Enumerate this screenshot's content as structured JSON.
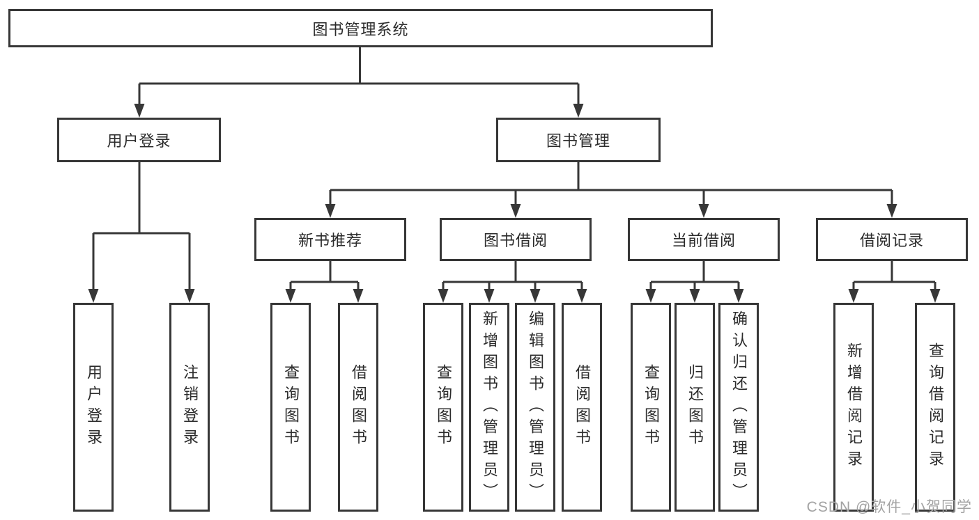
{
  "diagram": {
    "root": {
      "label": "图书管理系统"
    },
    "level2": [
      {
        "label": "用户登录"
      },
      {
        "label": "图书管理"
      }
    ],
    "level3": [
      {
        "label": "新书推荐"
      },
      {
        "label": "图书借阅"
      },
      {
        "label": "当前借阅"
      },
      {
        "label": "借阅记录"
      }
    ],
    "leaves": [
      {
        "label": "用户登录"
      },
      {
        "label": "注销登录"
      },
      {
        "label": "查询图书"
      },
      {
        "label": "借阅图书"
      },
      {
        "label": "查询图书"
      },
      {
        "label": "新增图书（管理员）"
      },
      {
        "label": "编辑图书（管理员）"
      },
      {
        "label": "借阅图书"
      },
      {
        "label": "查询图书"
      },
      {
        "label": "归还图书"
      },
      {
        "label": "确认归还（管理员）"
      },
      {
        "label": "新增借阅记录"
      },
      {
        "label": "查询借阅记录"
      }
    ]
  },
  "watermark": {
    "text": "CSDN @软件_小贺同学"
  },
  "colors": {
    "line": "#373737",
    "box_border": "#373737",
    "text": "#2b2b2b",
    "watermark": "#a3a3a3",
    "background": "#ffffff"
  }
}
